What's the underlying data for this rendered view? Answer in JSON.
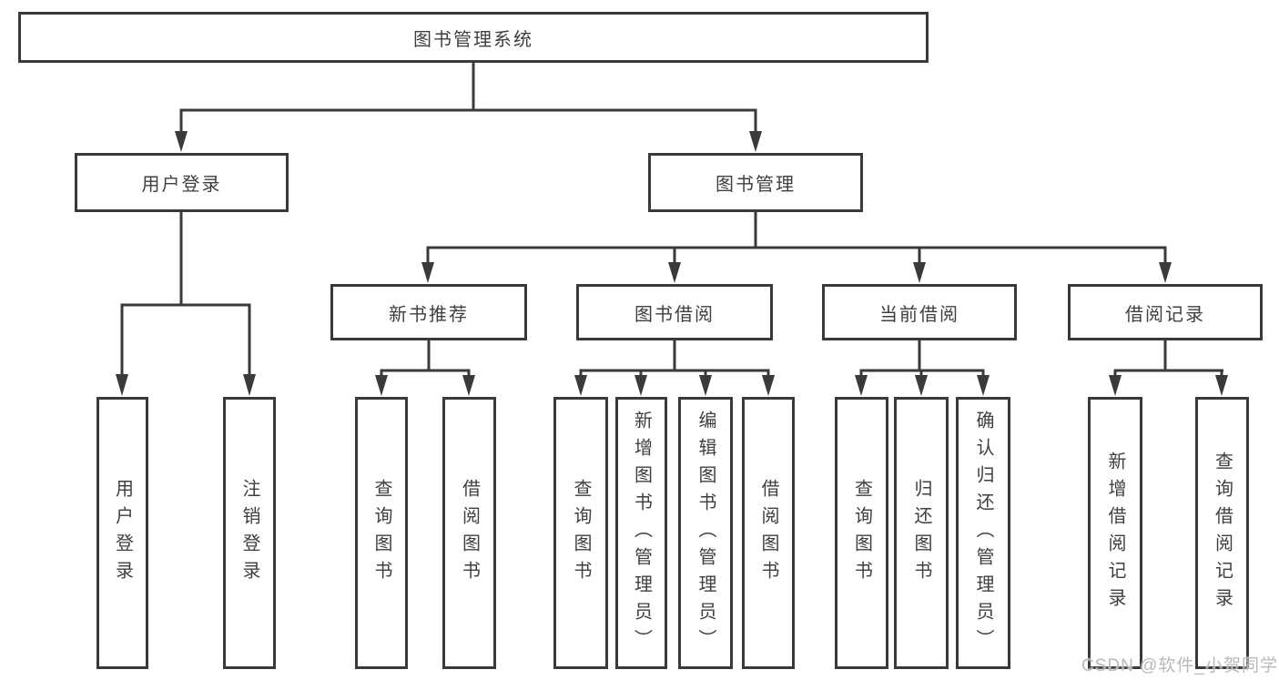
{
  "diagram_title": "图书管理系统",
  "watermark": "CSDN @软件_小贺同学",
  "colors": {
    "line": "#3a3a3a",
    "text": "#3f3f3f",
    "watermark": "#b9b9b9",
    "background": "#ffffff"
  },
  "tree": {
    "root": {
      "label": "图书管理系统"
    },
    "branches": [
      {
        "label": "用户登录",
        "children": [
          {
            "label": "用户登录"
          },
          {
            "label": "注销登录"
          }
        ]
      },
      {
        "label": "图书管理",
        "children": [
          {
            "label": "新书推荐",
            "children": [
              {
                "label": "查询图书"
              },
              {
                "label": "借阅图书"
              }
            ]
          },
          {
            "label": "图书借阅",
            "children": [
              {
                "label": "查询图书"
              },
              {
                "label": "新增图书（管理员）"
              },
              {
                "label": "编辑图书（管理员）"
              },
              {
                "label": "借阅图书"
              }
            ]
          },
          {
            "label": "当前借阅",
            "children": [
              {
                "label": "查询图书"
              },
              {
                "label": "归还图书"
              },
              {
                "label": "确认归还（管理员）"
              }
            ]
          },
          {
            "label": "借阅记录",
            "children": [
              {
                "label": "新增借阅记录"
              },
              {
                "label": "查询借阅记录"
              }
            ]
          }
        ]
      }
    ]
  }
}
